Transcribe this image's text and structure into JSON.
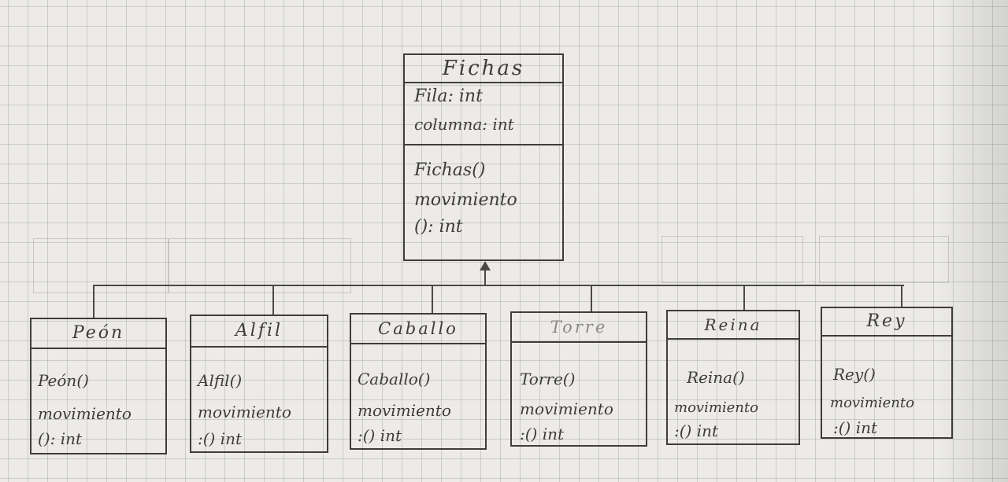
{
  "parent": {
    "name": "Fichas",
    "attributes": [
      "Fila: int",
      "columna: int"
    ],
    "methods": [
      "Fichas()",
      "movimiento",
      "(): int"
    ]
  },
  "children": [
    {
      "name": "Peón",
      "methods": [
        "Peón()",
        "movimiento",
        "(): int"
      ]
    },
    {
      "name": "Alfil",
      "methods": [
        "Alfil()",
        "movimiento",
        ":() int"
      ]
    },
    {
      "name": "Caballo",
      "methods": [
        "Caballo()",
        "movimiento",
        ":() int"
      ]
    },
    {
      "name": "Torre",
      "methods": [
        "Torre()",
        "movimiento",
        ":() int"
      ]
    },
    {
      "name": "Reina",
      "methods": [
        "Reina()",
        "movimiento",
        ":() int"
      ]
    },
    {
      "name": "Rey",
      "methods": [
        "Rey()",
        "movimiento",
        ":() int"
      ]
    }
  ]
}
